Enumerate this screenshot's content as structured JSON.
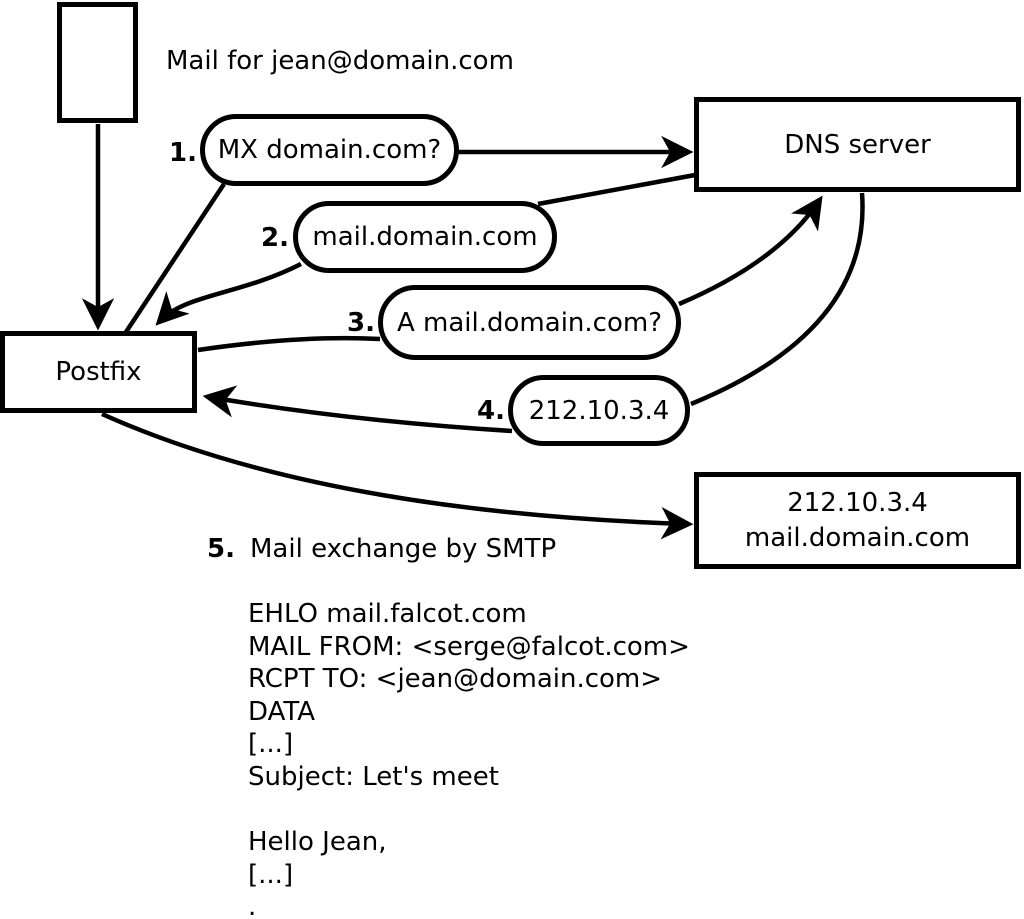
{
  "diagram": {
    "mail_note": "Mail for jean@domain.com",
    "nodes": {
      "sender": "mail-message",
      "postfix": "Postfix",
      "dns": "DNS server",
      "mailserver": [
        "212.10.3.4",
        "mail.domain.com"
      ]
    },
    "steps": [
      {
        "num": "1.",
        "label": "MX domain.com?"
      },
      {
        "num": "2.",
        "label": "mail.domain.com"
      },
      {
        "num": "3.",
        "label": "A mail.domain.com?"
      },
      {
        "num": "4.",
        "label": "212.10.3.4"
      },
      {
        "num": "5.",
        "label": "Mail exchange by SMTP"
      }
    ],
    "smtp_session": [
      "EHLO mail.falcot.com",
      "MAIL FROM: <serge@falcot.com>",
      "RCPT TO: <jean@domain.com>",
      "DATA",
      "[...]",
      "Subject: Let's meet",
      "",
      "Hello Jean,",
      "[...]",
      "."
    ],
    "colors": {
      "ink": "#000000",
      "background": "#ffffff"
    }
  }
}
